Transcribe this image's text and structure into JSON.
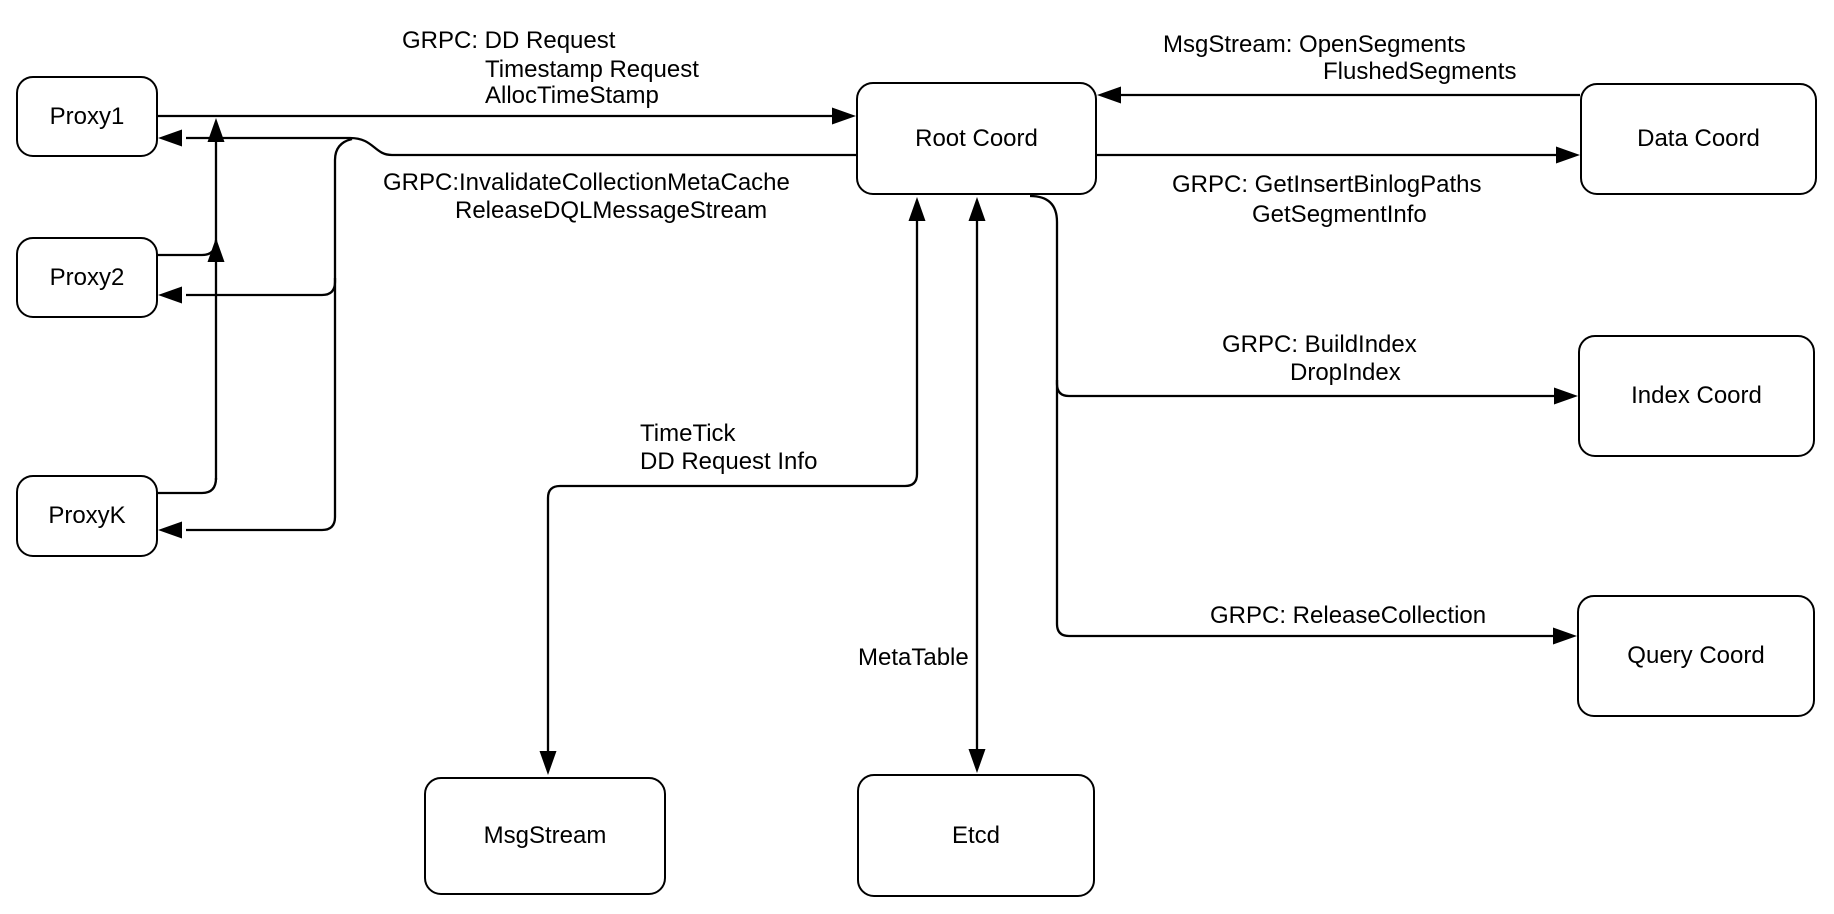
{
  "diagram": {
    "background_color": "#ffffff",
    "line_color": "#000000",
    "node_fill": "#ffffff",
    "nodes": [
      {
        "id": "proxy1",
        "label": "Proxy1"
      },
      {
        "id": "proxy2",
        "label": "Proxy2"
      },
      {
        "id": "proxyk",
        "label": "ProxyK"
      },
      {
        "id": "root",
        "label": "Root Coord"
      },
      {
        "id": "data",
        "label": "Data Coord"
      },
      {
        "id": "index",
        "label": "Index Coord"
      },
      {
        "id": "query",
        "label": "Query Coord"
      },
      {
        "id": "msgstream",
        "label": "MsgStream"
      },
      {
        "id": "etcd",
        "label": "Etcd"
      }
    ],
    "edge_labels": {
      "proxy_to_root": [
        "GRPC: DD Request",
        "Timestamp Request",
        "AllocTimeStamp"
      ],
      "root_to_proxies": [
        "GRPC:InvalidateCollectionMetaCache",
        "ReleaseDQLMessageStream"
      ],
      "data_to_root": [
        "MsgStream: OpenSegments",
        "FlushedSegments"
      ],
      "root_to_data": [
        "GRPC: GetInsertBinlogPaths",
        "GetSegmentInfo"
      ],
      "root_to_index": [
        "GRPC: BuildIndex",
        "DropIndex"
      ],
      "root_to_query": [
        "GRPC: ReleaseCollection"
      ],
      "root_to_msgstream": [
        "TimeTick",
        "DD Request Info"
      ],
      "root_to_etcd": [
        "MetaTable"
      ]
    },
    "edges": [
      {
        "from": "Proxy1",
        "to": "Root Coord",
        "arrow": "to",
        "label": "GRPC: DD Request / Timestamp Request / AllocTimeStamp"
      },
      {
        "from": "Proxy2",
        "to": "Root Coord",
        "arrow": "to",
        "label": "merges into Proxy1 line"
      },
      {
        "from": "ProxyK",
        "to": "Root Coord",
        "arrow": "to",
        "label": "merges into Proxy1 line"
      },
      {
        "from": "Root Coord",
        "to": "Proxy1",
        "arrow": "to",
        "label": "GRPC:InvalidateCollectionMetaCache / ReleaseDQLMessageStream"
      },
      {
        "from": "Root Coord",
        "to": "Proxy2",
        "arrow": "to",
        "label": "GRPC:InvalidateCollectionMetaCache / ReleaseDQLMessageStream"
      },
      {
        "from": "Root Coord",
        "to": "ProxyK",
        "arrow": "to",
        "label": "GRPC:InvalidateCollectionMetaCache / ReleaseDQLMessageStream"
      },
      {
        "from": "Data Coord",
        "to": "Root Coord",
        "arrow": "to",
        "label": "MsgStream: OpenSegments / FlushedSegments"
      },
      {
        "from": "Root Coord",
        "to": "Data Coord",
        "arrow": "to",
        "label": "GRPC: GetInsertBinlogPaths / GetSegmentInfo"
      },
      {
        "from": "Root Coord",
        "to": "Index Coord",
        "arrow": "to",
        "label": "GRPC: BuildIndex / DropIndex"
      },
      {
        "from": "Root Coord",
        "to": "Query Coord",
        "arrow": "to",
        "label": "GRPC: ReleaseCollection"
      },
      {
        "from": "Root Coord",
        "to": "MsgStream",
        "arrow": "both",
        "label": "TimeTick / DD Request Info"
      },
      {
        "from": "Root Coord",
        "to": "Etcd",
        "arrow": "both",
        "label": "MetaTable"
      }
    ]
  }
}
